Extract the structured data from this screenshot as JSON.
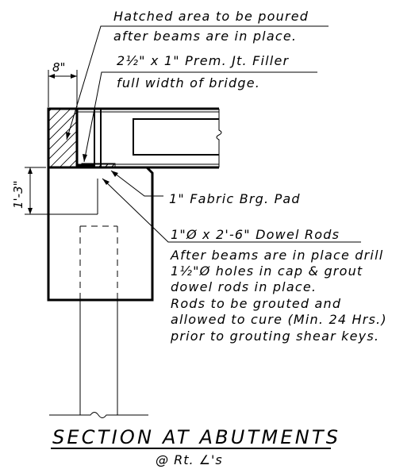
{
  "notes": {
    "hatched_line1": "Hatched area to be poured",
    "hatched_line2": "after beams are in place.",
    "filler_line1": "2½\" x 1\" Prem. Jt. Filler",
    "filler_line2": "full width of bridge.",
    "pad": "1\" Fabric Brg. Pad",
    "dowel": "1\"Ø x 2'-6\" Dowel Rods",
    "dowel_desc": [
      "After beams are in place drill",
      "1½\"Ø holes in cap & grout",
      "dowel rods in place.",
      "Rods to be grouted and",
      "allowed to cure (Min. 24 Hrs.)",
      "prior to grouting shear keys."
    ]
  },
  "dimensions": {
    "width_label": "8\"",
    "height_label": "1'-3\""
  },
  "title": {
    "main": "SECTION AT ABUTMENTS",
    "sub": "@ Rt. ∠'s"
  },
  "colors": {
    "ink": "#000000",
    "paper": "#ffffff"
  }
}
